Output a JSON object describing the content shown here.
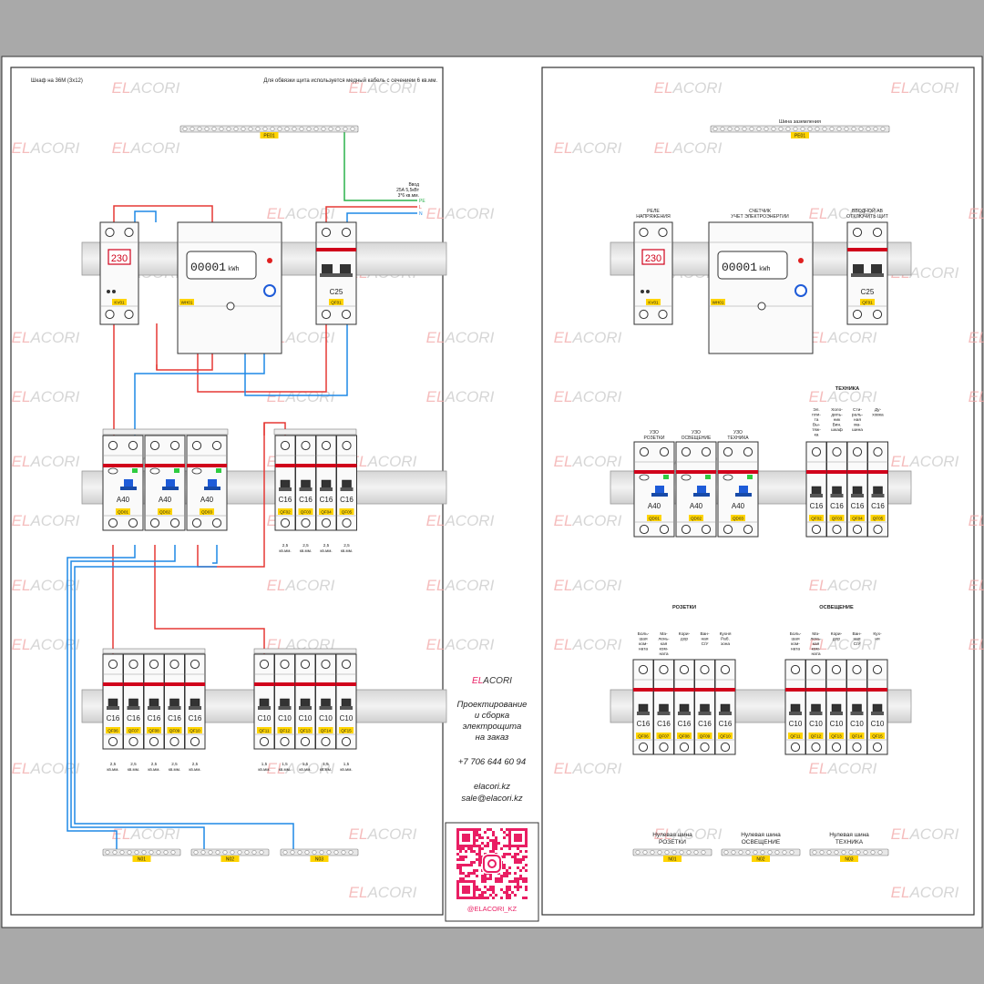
{
  "left_sheet": {
    "header_left": "Шкаф на 36М (3x12)",
    "header_right": "Для обвязки щита используется медный кабель с сечением 6 кв.мм.",
    "pe_label": "PE01",
    "input_lines": [
      "Ввод",
      "25А 5,5кВт",
      "3*6 кв.мм."
    ],
    "phase_labels": [
      "PE",
      "L",
      "N"
    ],
    "voltage_display": "230",
    "kv_label": "KV01",
    "meter_reading": "00001",
    "meter_unit": "kWh",
    "meter_label": "WH01",
    "main_breaker_rating": "C25",
    "main_breaker_label": "QF01",
    "rcd": [
      {
        "rating": "A40",
        "label": "QD01"
      },
      {
        "rating": "A40",
        "label": "QD02"
      },
      {
        "rating": "A40",
        "label": "QD03"
      }
    ],
    "group_tech": [
      {
        "rating": "C16",
        "label": "QF02",
        "cable": [
          "2,5",
          "кв.мм."
        ]
      },
      {
        "rating": "C16",
        "label": "QF03",
        "cable": [
          "2,5",
          "кв.мм."
        ]
      },
      {
        "rating": "C16",
        "label": "QF04",
        "cable": [
          "2,5",
          "кв.мм."
        ]
      },
      {
        "rating": "C16",
        "label": "QF05",
        "cable": [
          "2,5",
          "кв.мм."
        ]
      }
    ],
    "group_sockets": [
      {
        "rating": "C16",
        "label": "QF06",
        "cable": [
          "2,5",
          "кв.мм."
        ]
      },
      {
        "rating": "C16",
        "label": "QF07",
        "cable": [
          "2,5",
          "кв.мм."
        ]
      },
      {
        "rating": "C16",
        "label": "QF08",
        "cable": [
          "2,5",
          "кв.мм."
        ]
      },
      {
        "rating": "C16",
        "label": "QF09",
        "cable": [
          "2,5",
          "кв.мм."
        ]
      },
      {
        "rating": "C16",
        "label": "QF10",
        "cable": [
          "2,5",
          "кв.мм."
        ]
      }
    ],
    "group_light": [
      {
        "rating": "C10",
        "label": "QF11",
        "cable": [
          "1,5",
          "кв.мм."
        ]
      },
      {
        "rating": "C10",
        "label": "QF12",
        "cable": [
          "1,5",
          "кв.мм."
        ]
      },
      {
        "rating": "C10",
        "label": "QF13",
        "cable": [
          "1,5",
          "кв.мм."
        ]
      },
      {
        "rating": "C10",
        "label": "QF14",
        "cable": [
          "1,5",
          "кв.мм."
        ]
      },
      {
        "rating": "C10",
        "label": "QF15",
        "cable": [
          "1,5",
          "кв.мм."
        ]
      }
    ],
    "neutral_bars": [
      "N01",
      "N02",
      "N03"
    ]
  },
  "right_sheet": {
    "ground_bar_title": "Шина заземления",
    "pe_label": "PE01",
    "relay_caption": [
      "РЕЛЕ",
      "НАПРЯЖЕНИЯ"
    ],
    "meter_caption": [
      "СЧЕТЧИК",
      "УЧЕТ ЭЛЕКТРОЭНЕРГИИ"
    ],
    "main_caption": [
      "ВВОДНОЙ АВ",
      "ОТКЛЮЧИТЬ ЩИТ"
    ],
    "rcd_captions": [
      [
        "УЗО",
        "РОЗЕТКИ"
      ],
      [
        "УЗО",
        "ОСВЕЩЕНИЕ"
      ],
      [
        "УЗО",
        "ТЕХНИКА"
      ]
    ],
    "tech_title": "ТЕХНИКА",
    "tech_captions": [
      [
        "Эл.",
        "пли-",
        "та",
        "Вы-",
        "тяж-",
        "ка"
      ],
      [
        "Холо-",
        "диль-",
        "ник",
        "Вин.",
        "шкаф"
      ],
      [
        "Сти-",
        "раль-",
        "ная",
        "ма-",
        "шина"
      ],
      [
        "Ду-",
        "ховка"
      ]
    ],
    "sockets_title": "РОЗЕТКИ",
    "socket_captions": [
      [
        "Боль-",
        "шая",
        "ком-",
        "ната"
      ],
      [
        "Ма-",
        "лень-",
        "кая",
        "ком-",
        "ната"
      ],
      [
        "Кори-",
        "дор"
      ],
      [
        "Ван-",
        "ная",
        "С/У"
      ],
      [
        "Кухня",
        "Раб.",
        "зона"
      ]
    ],
    "light_title": "ОСВЕЩЕНИЕ",
    "light_captions": [
      [
        "Боль-",
        "шая",
        "ком-",
        "ната"
      ],
      [
        "Ма-",
        "лень-",
        "кая",
        "ком-",
        "ната"
      ],
      [
        "Кори-",
        "дор"
      ],
      [
        "Ван-",
        "ная",
        "С/У"
      ],
      [
        "Кух-",
        "ня"
      ]
    ],
    "neutral_captions": [
      [
        "Нулевая шина",
        "РОЗЕТКИ"
      ],
      [
        "Нулевая шина",
        "ОСВЕЩЕНИЕ"
      ],
      [
        "Нулевая шина",
        "ТЕХНИКА"
      ]
    ],
    "neutral_labels": [
      "N01",
      "N02",
      "N03"
    ]
  },
  "sidebar": {
    "brand_prefix": "EL",
    "brand_suffix": "ACORI",
    "tagline": [
      "Проектирование",
      "и сборка",
      "электрощита",
      "на заказ"
    ],
    "phone": "+7 706 644 60 94",
    "website": "elacori.kz",
    "email": "sale@elacori.kz",
    "instagram": "@ELACORI_KZ"
  },
  "watermark": {
    "prefix": "EL",
    "suffix": "ACORI"
  },
  "colors": {
    "phase": "#e53935",
    "neutral": "#1e88e5",
    "ground": "#2bb24c",
    "label_tag": "#ffd400",
    "breaker_stripe": "#d0021b",
    "brand": "#e91e63",
    "toggle": "#1e5bd8",
    "indicator": "#2ecc40"
  }
}
